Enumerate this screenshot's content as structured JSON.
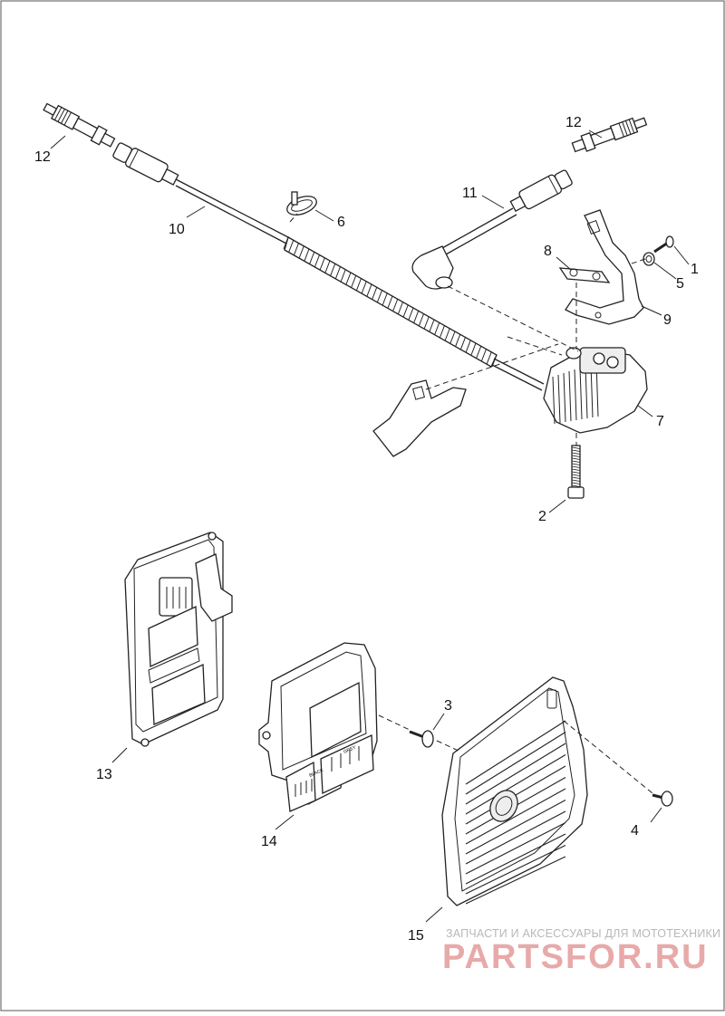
{
  "diagram": {
    "callouts": [
      {
        "id": "c12a",
        "label": "12"
      },
      {
        "id": "c12b",
        "label": "12"
      },
      {
        "id": "c10",
        "label": "10"
      },
      {
        "id": "c6",
        "label": "6"
      },
      {
        "id": "c11",
        "label": "11"
      },
      {
        "id": "c8",
        "label": "8"
      },
      {
        "id": "c1",
        "label": "1"
      },
      {
        "id": "c5",
        "label": "5"
      },
      {
        "id": "c9",
        "label": "9"
      },
      {
        "id": "c7",
        "label": "7"
      },
      {
        "id": "c2",
        "label": "2"
      },
      {
        "id": "c3",
        "label": "3"
      },
      {
        "id": "c4",
        "label": "4"
      },
      {
        "id": "c13",
        "label": "13"
      },
      {
        "id": "c14",
        "label": "14"
      },
      {
        "id": "c15",
        "label": "15"
      }
    ],
    "module_labels": {
      "black": "BLACK",
      "grey": "GREY"
    }
  },
  "watermark": {
    "tagline": "ЗАПЧАСТИ И АКСЕССУАРЫ ДЛЯ МОТОТЕХНИКИ",
    "logo": "PARTSFOR.RU"
  }
}
